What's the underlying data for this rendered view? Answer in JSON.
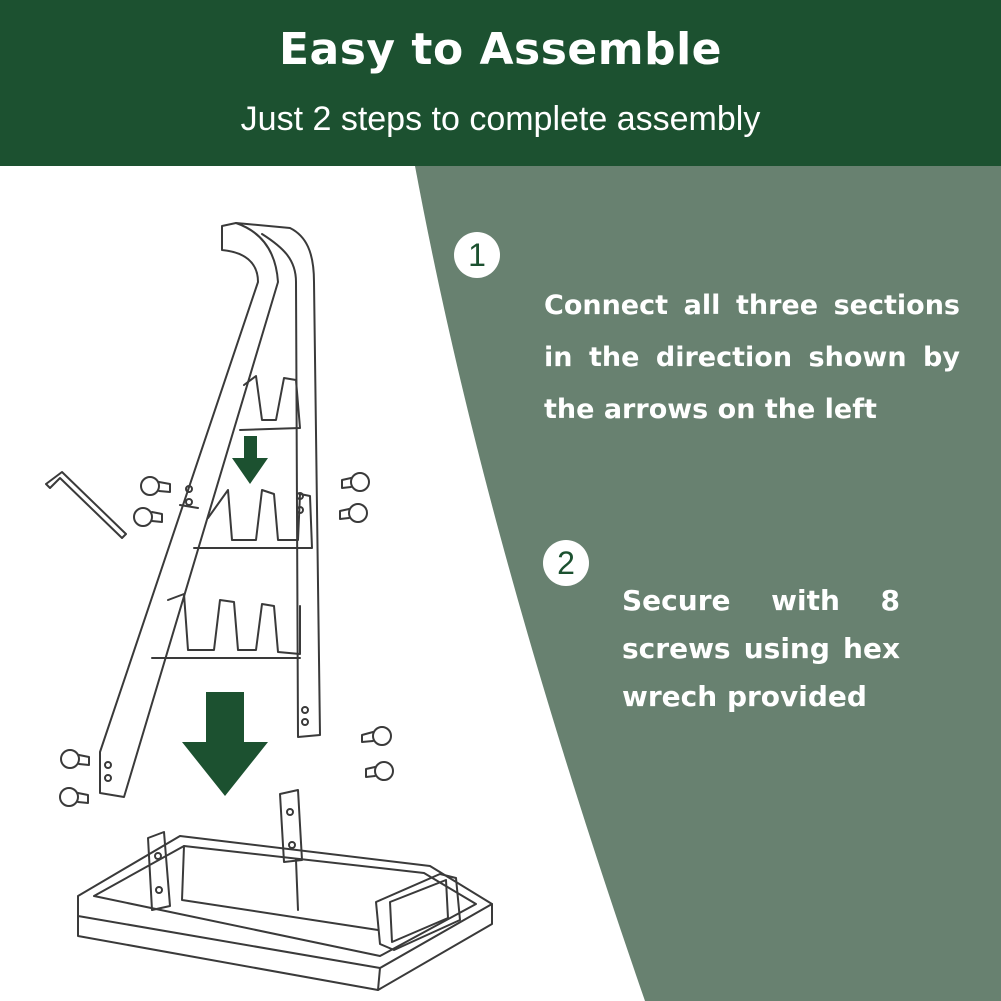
{
  "header": {
    "title": "Easy to Assemble",
    "subtitle": "Just 2 steps to complete assembly"
  },
  "steps": [
    {
      "number": "1",
      "text": "Connect all three sections in the direction shown by the arrows on the left"
    },
    {
      "number": "2",
      "text": "Secure with 8 screws using hex wrech provided"
    }
  ],
  "illustration": {
    "icons": [
      "stand-frame-icon",
      "base-tray-icon",
      "hex-key-icon",
      "screw-icon",
      "down-arrow-icon"
    ]
  },
  "colors": {
    "header_bg": "#1c5130",
    "panel_bg": "#688170",
    "arrow": "#1c5130",
    "line_art": "#3a3a3a"
  }
}
